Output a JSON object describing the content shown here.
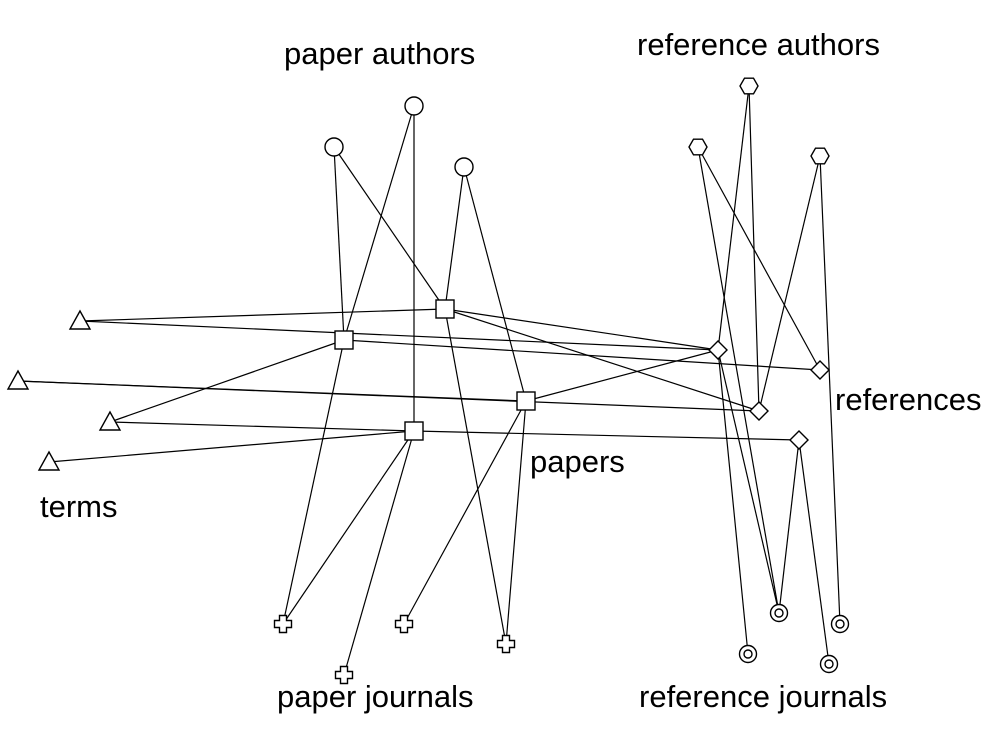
{
  "labels": {
    "paper_authors": "paper authors",
    "reference_authors": "reference authors",
    "references": "references",
    "papers": "papers",
    "terms": "terms",
    "paper_journals": "paper journals",
    "reference_journals": "reference journals"
  },
  "node_types": {
    "paper_authors": "circle",
    "reference_authors": "hexagon",
    "papers": "square",
    "references": "diamond",
    "terms": "triangle",
    "paper_journals": "cross",
    "reference_journals": "double-circle"
  },
  "colors": {
    "stroke": "#000000",
    "fill": "#ffffff"
  }
}
